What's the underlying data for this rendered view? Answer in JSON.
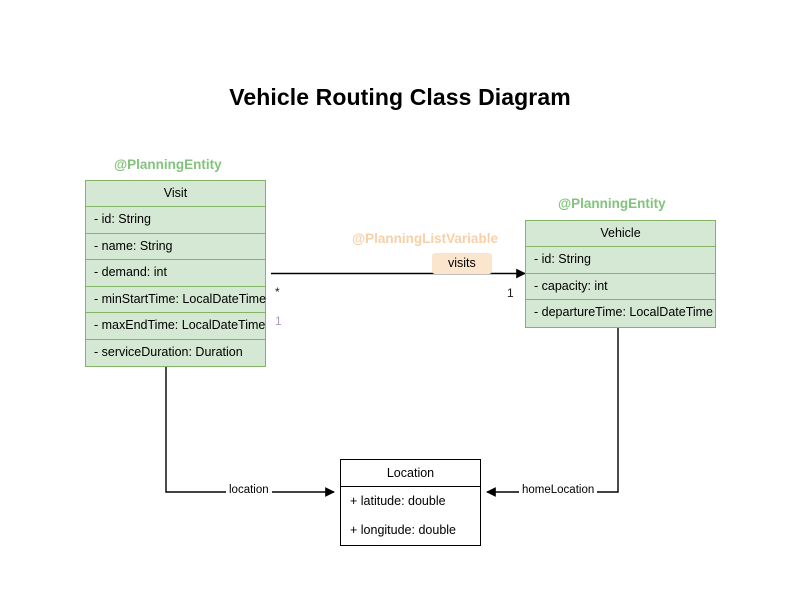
{
  "diagram": {
    "title": "Vehicle Routing Class Diagram",
    "type": "uml-class-diagram",
    "colors": {
      "entity_fill": "#d5e8d4",
      "entity_border": "#82b366",
      "stereotype_entity": "#82c37d",
      "stereotype_listvariable": "#f7d0a8",
      "chip_fill": "#fce5cd",
      "plain_border": "#000000",
      "multiplicity_muted": "#b09bc8"
    },
    "classes": [
      {
        "id": "visit",
        "name": "Visit",
        "stereotype": "@PlanningEntity",
        "attributes": [
          "- id: String",
          "- name: String",
          "- demand: int",
          "- minStartTime: LocalDateTime",
          "- maxEndTime: LocalDateTime",
          "- serviceDuration: Duration"
        ]
      },
      {
        "id": "vehicle",
        "name": "Vehicle",
        "stereotype": "@PlanningEntity",
        "attributes": [
          "- id: String",
          "- capacity: int",
          "- departureTime: LocalDateTime"
        ]
      },
      {
        "id": "location",
        "name": "Location",
        "stereotype": "",
        "attributes": [
          "+ latitude: double",
          "+ longitude: double"
        ]
      }
    ],
    "relations": [
      {
        "id": "vehicle-visits",
        "from": "vehicle",
        "to": "visit",
        "label": "visits",
        "stereotype": "@PlanningListVariable",
        "source_multiplicity": "1",
        "target_multiplicity": "*",
        "extra_multiplicity": "1"
      },
      {
        "id": "visit-location",
        "from": "visit",
        "to": "location",
        "label": "location"
      },
      {
        "id": "vehicle-homelocation",
        "from": "vehicle",
        "to": "location",
        "label": "homeLocation"
      }
    ]
  }
}
